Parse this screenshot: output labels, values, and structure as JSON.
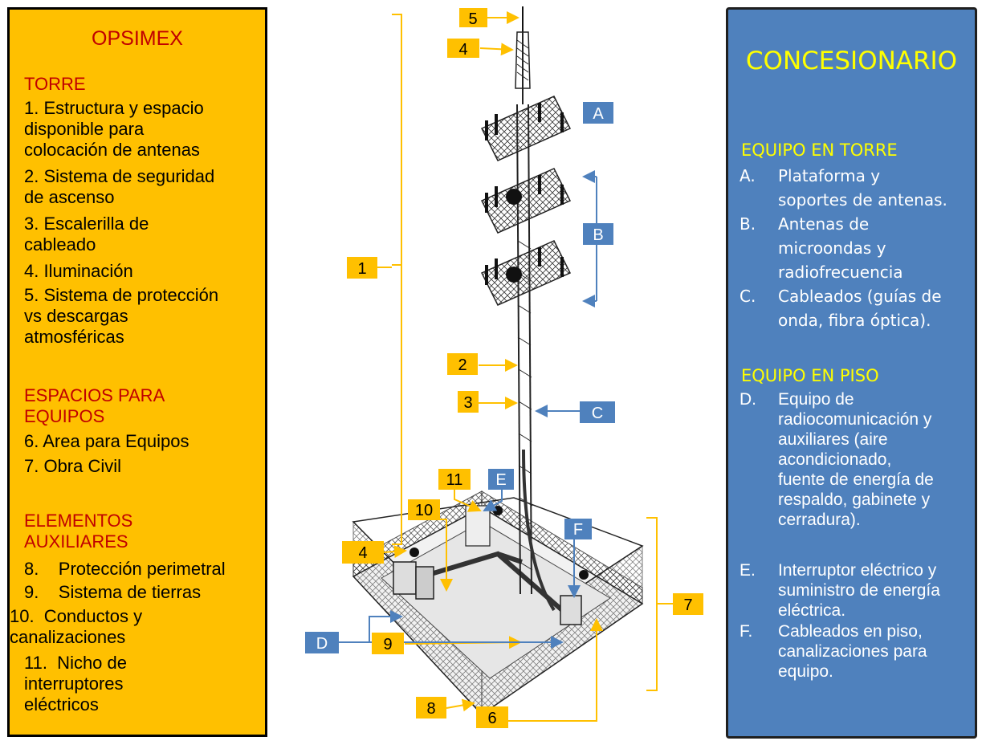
{
  "left_panel": {
    "title": "OPSIMEX",
    "sections": [
      {
        "heading": "TORRE",
        "items": [
          {
            "text": "1. Estructura y espacio\ndisponible para\ncolocación de antenas"
          },
          {
            "text": "2. Sistema de seguridad\nde ascenso"
          },
          {
            "text": "3. Escalerilla de\ncableado"
          },
          {
            "text": "4. Iluminación"
          },
          {
            "text": "5. Sistema de protección\nvs descargas\natmosféricas"
          }
        ]
      },
      {
        "heading": "ESPACIOS PARA\nEQUIPOS",
        "items": [
          {
            "text": "6. Area para Equipos"
          },
          {
            "text": "7. Obra Civil"
          }
        ]
      },
      {
        "heading": "ELEMENTOS\nAUXILIARES",
        "items": [
          {
            "text": "8.    Protección perimetral"
          },
          {
            "text": "9.    Sistema de tierras"
          },
          {
            "text": "10.  Conductos y\ncanalizaciones"
          },
          {
            "text": "11.  Nicho de\ninterruptores\neléctricos"
          }
        ]
      }
    ]
  },
  "right_panel": {
    "title": "CONCESIONARIO",
    "sections": [
      {
        "heading": "EQUIPO EN TORRE",
        "items": [
          {
            "letter": "A.",
            "text": "Plataforma y\nsoportes de antenas."
          },
          {
            "letter": "B.",
            "text": "Antenas de\nmicroondas y\nradiofrecuencia"
          },
          {
            "letter": "C.",
            "text": "Cableados (guías de\nonda, fibra óptica)."
          }
        ]
      },
      {
        "heading": "EQUIPO EN PISO",
        "items": [
          {
            "letter": "D.",
            "text": "Equipo de\nradiocomunicación y\nauxiliares (aire\nacondicionado,\nfuente de energía de\nrespaldo, gabinete y\ncerradura)."
          },
          {
            "letter": "E.",
            "text": "Interruptor eléctrico y\nsuministro de energía\neléctrica."
          },
          {
            "letter": "F.",
            "text": "Cableados en piso,\ncanalizaciones para\nequipo."
          }
        ]
      }
    ]
  },
  "diagram": {
    "orange_tags": [
      "5",
      "4",
      "1",
      "2",
      "3",
      "11",
      "10",
      "4",
      "9",
      "8",
      "6",
      "7"
    ],
    "blue_tags": [
      "A",
      "B",
      "C",
      "E",
      "F",
      "D"
    ],
    "colors": {
      "orange": "#ffc000",
      "blue": "#4f81bd",
      "panel_left": "#ffc000",
      "panel_right": "#4f81bd",
      "red_text": "#c00000",
      "yellow_text": "#ffff00"
    }
  }
}
